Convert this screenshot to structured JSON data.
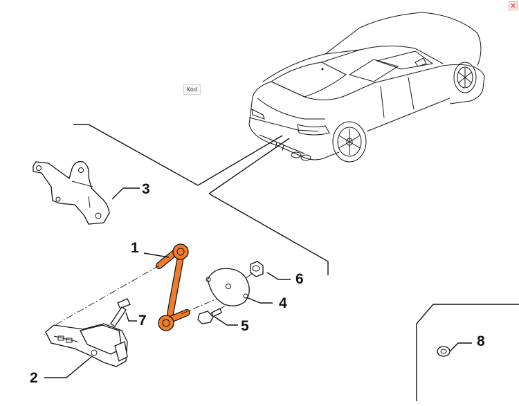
{
  "kod_label": "Kod",
  "close_icon": "close-icon",
  "highlight_color": "#f07c2a",
  "callouts": {
    "c1": "1",
    "c2": "2",
    "c3": "3",
    "c4": "4",
    "c5": "5",
    "c6": "6",
    "c7": "7",
    "c8": "8"
  }
}
